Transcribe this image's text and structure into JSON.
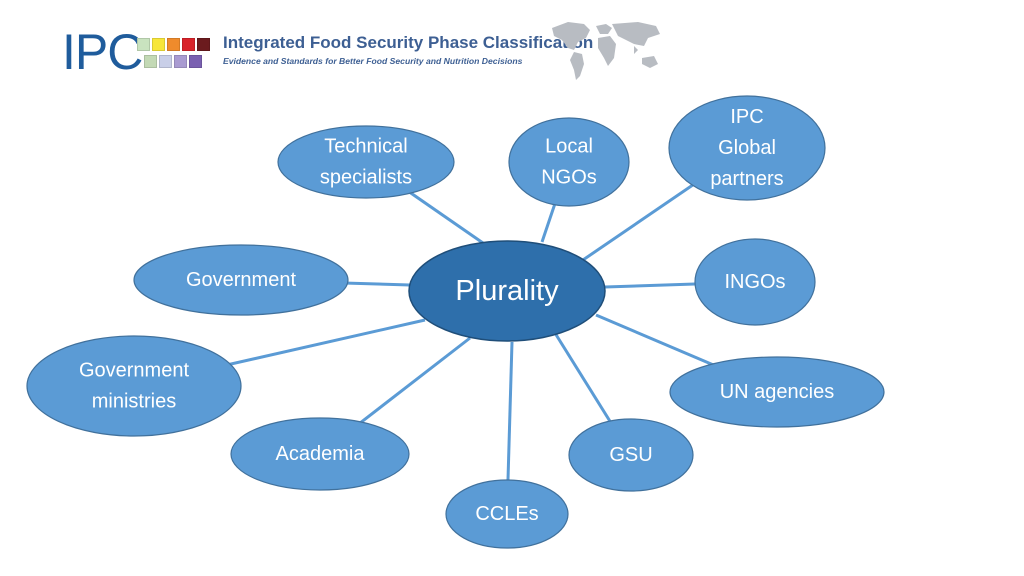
{
  "header": {
    "logo_text": "IPC",
    "logo_colors": {
      "logo_blue": "#1f5c9c",
      "top_row": [
        "#c9e3bf",
        "#f7e63a",
        "#ef8b2c",
        "#d8232a",
        "#6b1b1e"
      ],
      "bottom_row": [
        "#c3d9b5",
        "#c9cfe8",
        "#a99bd1",
        "#7a60b1"
      ]
    },
    "title": "Integrated Food Security Phase Classification",
    "subtitle": "Evidence and Standards for Better Food Security and Nutrition Decisions"
  },
  "diagram": {
    "center": "Plurality",
    "nodes": [
      {
        "id": "technical-specialists",
        "lines": [
          "Technical",
          "specialists"
        ]
      },
      {
        "id": "local-ngos",
        "lines": [
          "Local",
          "NGOs"
        ]
      },
      {
        "id": "ipc-global-partners",
        "lines": [
          "IPC",
          "Global",
          "partners"
        ]
      },
      {
        "id": "government",
        "lines": [
          "Government"
        ]
      },
      {
        "id": "ingos",
        "lines": [
          "INGOs"
        ]
      },
      {
        "id": "government-ministries",
        "lines": [
          "Government",
          "ministries"
        ]
      },
      {
        "id": "un-agencies",
        "lines": [
          "UN agencies"
        ]
      },
      {
        "id": "academia",
        "lines": [
          "Academia"
        ]
      },
      {
        "id": "gsu",
        "lines": [
          "GSU"
        ]
      },
      {
        "id": "ccles",
        "lines": [
          "CCLEs"
        ]
      }
    ],
    "colors": {
      "node_fill": "#5b9bd5",
      "node_stroke": "#41719c",
      "center_fill": "#2e6fab",
      "center_stroke": "#1f4e79",
      "connector": "#5b9bd5"
    }
  }
}
